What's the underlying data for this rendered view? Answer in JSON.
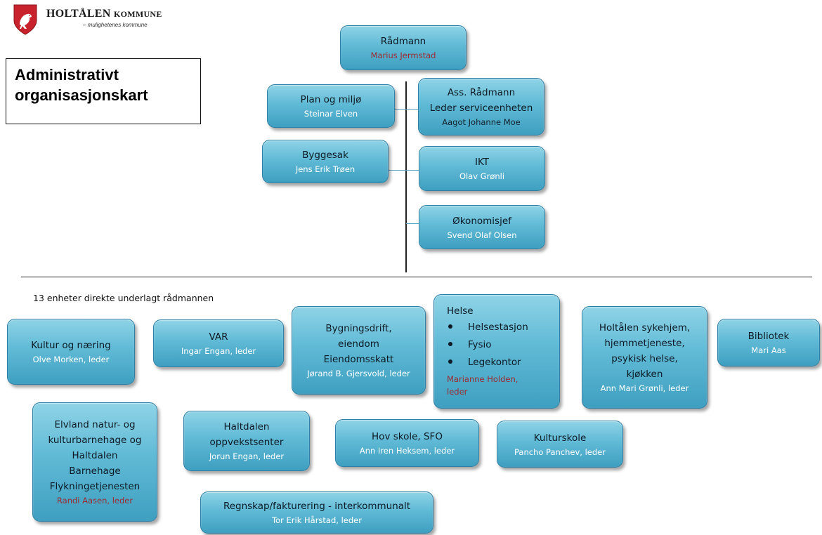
{
  "header": {
    "org_name_big": "HOLTÅLEN",
    "org_name_small": "KOMMUNE",
    "tagline": "– mulighetenes kommune",
    "colors": {
      "shield": "#c8232c",
      "box_top": "#8fd3e6",
      "box_bottom": "#3f9fc0",
      "accent_red": "#9c2a30"
    }
  },
  "title": {
    "line1": "Administrativt",
    "line2": "organisasjonskart"
  },
  "top": {
    "radmann": {
      "title": "Rådmann",
      "name": "Marius Jermstad"
    },
    "plan": {
      "title": "Plan og miljø",
      "name": "Steinar Elven"
    },
    "ass": {
      "title1": "Ass. Rådmann",
      "title2": "Leder serviceenheten",
      "name": "Aagot Johanne Moe"
    },
    "byggesak": {
      "title": "Byggesak",
      "name": "Jens Erik Trøen"
    },
    "ikt": {
      "title": "IKT",
      "name": "Olav Grønli"
    },
    "okonomi": {
      "title": "Økonomisjef",
      "name": "Svend Olaf Olsen"
    }
  },
  "subtitle": "13 enheter direkte underlagt rådmannen",
  "units": {
    "kultur": {
      "title": "Kultur og næring",
      "name": "Olve Morken, leder"
    },
    "var": {
      "title": "VAR",
      "name": "Ingar Engan, leder"
    },
    "bygg": {
      "line1": "Bygningsdrift,",
      "line2": "eiendom",
      "line3": "Eiendomsskatt",
      "name": "Jørand B. Gjersvold, leder"
    },
    "helse": {
      "title": "Helse",
      "items": [
        "Helsestasjon",
        "Fysio",
        "Legekontor"
      ],
      "name1": "Marianne Holden,",
      "name2": "leder"
    },
    "sykehjem": {
      "line1": "Holtålen sykehjem,",
      "line2": "hjemmetjeneste,",
      "line3": "psykisk helse,",
      "line4": "kjøkken",
      "name": "Ann Mari Grønli, leder"
    },
    "bibliotek": {
      "title": "Bibliotek",
      "name": "Mari Aas"
    },
    "elvland": {
      "line1": "Elvland natur- og",
      "line2": "kulturbarnehage og",
      "line3": "Haltdalen",
      "line4": "Barnehage",
      "line5": "Flykningetjenesten",
      "name": "Randi Aasen, leder"
    },
    "haltdalen": {
      "line1": "Haltdalen",
      "line2": "oppvekstsenter",
      "name": "Jorun Engan, leder"
    },
    "hov": {
      "title": "Hov skole, SFO",
      "name": "Ann Iren Heksem, leder"
    },
    "kulturskole": {
      "title": "Kulturskole",
      "name": "Pancho Panchev, leder"
    },
    "regnskap": {
      "title": "Regnskap/fakturering - interkommunalt",
      "name": "Tor Erik Hårstad, leder"
    }
  }
}
